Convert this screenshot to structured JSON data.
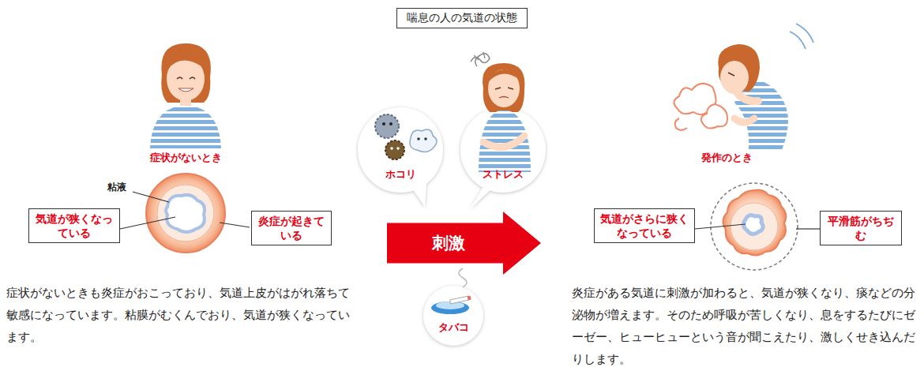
{
  "diagram": {
    "title": "喘息の人の気道の状態",
    "nodes": [
      {
        "text": [
          "気道が狭くなっている"
        ]
      },
      {
        "text": [
          "炎症が起きている"
        ]
      },
      {
        "text": [
          "ホコリ"
        ]
      },
      {
        "text": [
          "ストレス"
        ]
      },
      {
        "text": [
          "刺激"
        ]
      },
      {
        "text": [
          "タバコ"
        ]
      },
      {
        "text": [
          "気道がさらに狭くなっている"
        ]
      },
      {
        "text": [
          "平滑筋がちぢむ"
        ]
      }
    ],
    "labels": [
      "症状がないとき",
      "粘液",
      "症状がないときも炎症がおこっており、気道上皮がはがれ落ちて敏感になっています。粘膜がむくんでおり、気道が狭くなっています。",
      "発作のとき",
      "炎症がある気道に刺激が加わると、気道が狭くなり、痰などの分泌物が増えます。そのため呼吸が苦しくなり、息をするたびにゼーゼー、ヒューヒューという音が聞こえたり、激しくせき込んだりします。"
    ]
  }
}
